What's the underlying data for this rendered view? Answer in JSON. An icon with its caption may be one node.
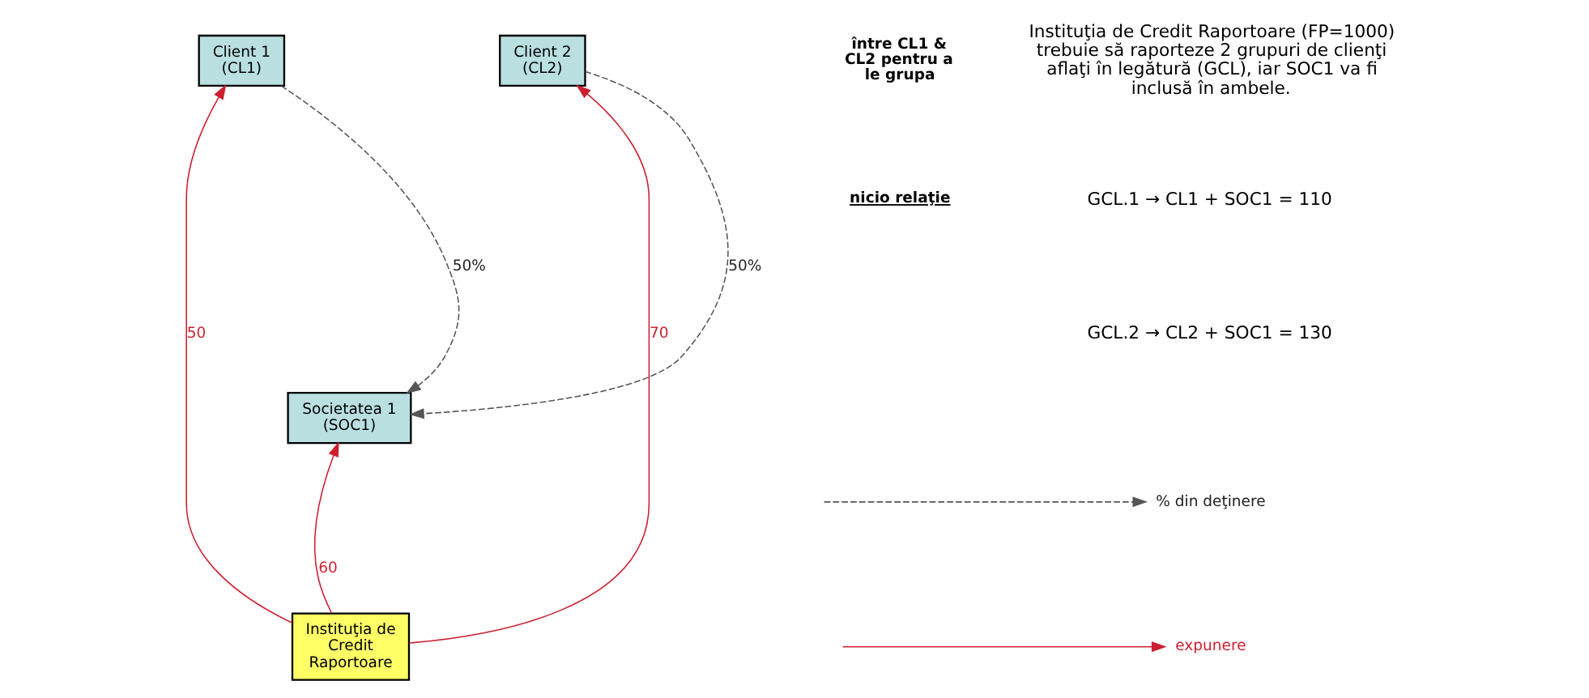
{
  "diagram": {
    "nodes": [
      {
        "text": [
          "Client 1 (CL1)"
        ]
      },
      {
        "text": [
          "Client 2 (CL2)"
        ]
      },
      {
        "text": [
          "Societatea 1 (SOC1)"
        ]
      },
      {
        "text": [
          "Instituţia de Credit Raportoare"
        ]
      }
    ],
    "edges": [
      {
        "from": 0,
        "to": 2,
        "arrow": "to",
        "style": "dashed",
        "color": "#555555",
        "label": "50%"
      },
      {
        "from": 1,
        "to": 2,
        "arrow": "to",
        "style": "dashed",
        "color": "#555555",
        "label": "50%"
      },
      {
        "from": 3,
        "to": 0,
        "arrow": "to",
        "label": "50"
      },
      {
        "from": 3,
        "to": 2,
        "arrow": "to",
        "label": "60"
      },
      {
        "from": 3,
        "to": 1,
        "arrow": "to",
        "label": "70"
      }
    ],
    "labels": [
      "nicio relaţie",
      "între CL1 & CL2 pentru a le grupa",
      "Instituţia de Credit Raportoare (FP=1000) trebuie să raporteze 2 grupuri de clienţi aflaţi în legătură (GCL), iar SOC1 va fi inclusă în ambele.",
      "GCL.1 → CL1 + SOC1 = 110",
      "GCL.2 → CL2 + SOC1 = 130"
    ],
    "legend": [
      {
        "text": "% din deţinere"
      },
      {
        "text": "expunere"
      }
    ]
  }
}
